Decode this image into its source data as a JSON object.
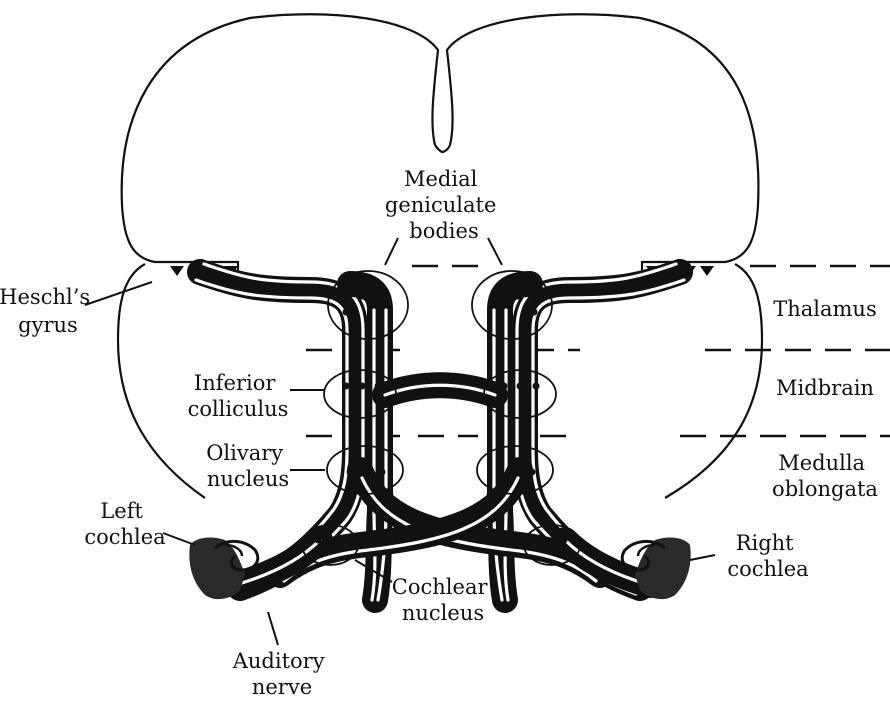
{
  "labels": {
    "medial_geniculate": [
      "Medial",
      "geniculate",
      "bodies"
    ],
    "heschls_gyrus": [
      "Heschl’s",
      "gyrus"
    ],
    "thalamus": [
      "Thalamus"
    ],
    "midbrain": [
      "Midbrain"
    ],
    "medulla": [
      "Medulla",
      "oblongata"
    ],
    "inferior_colliculus": [
      "Inferior",
      "colliculus"
    ],
    "olivary_nucleus": [
      "Olivary",
      "nucleus"
    ],
    "left_cochlea": [
      "Left",
      "cochlea"
    ],
    "right_cochlea": [
      "Right",
      "cochlea"
    ],
    "cochlear_nucleus": [
      "Cochlear",
      "nucleus"
    ],
    "auditory_nerve": [
      "Auditory",
      "nerve"
    ]
  }
}
